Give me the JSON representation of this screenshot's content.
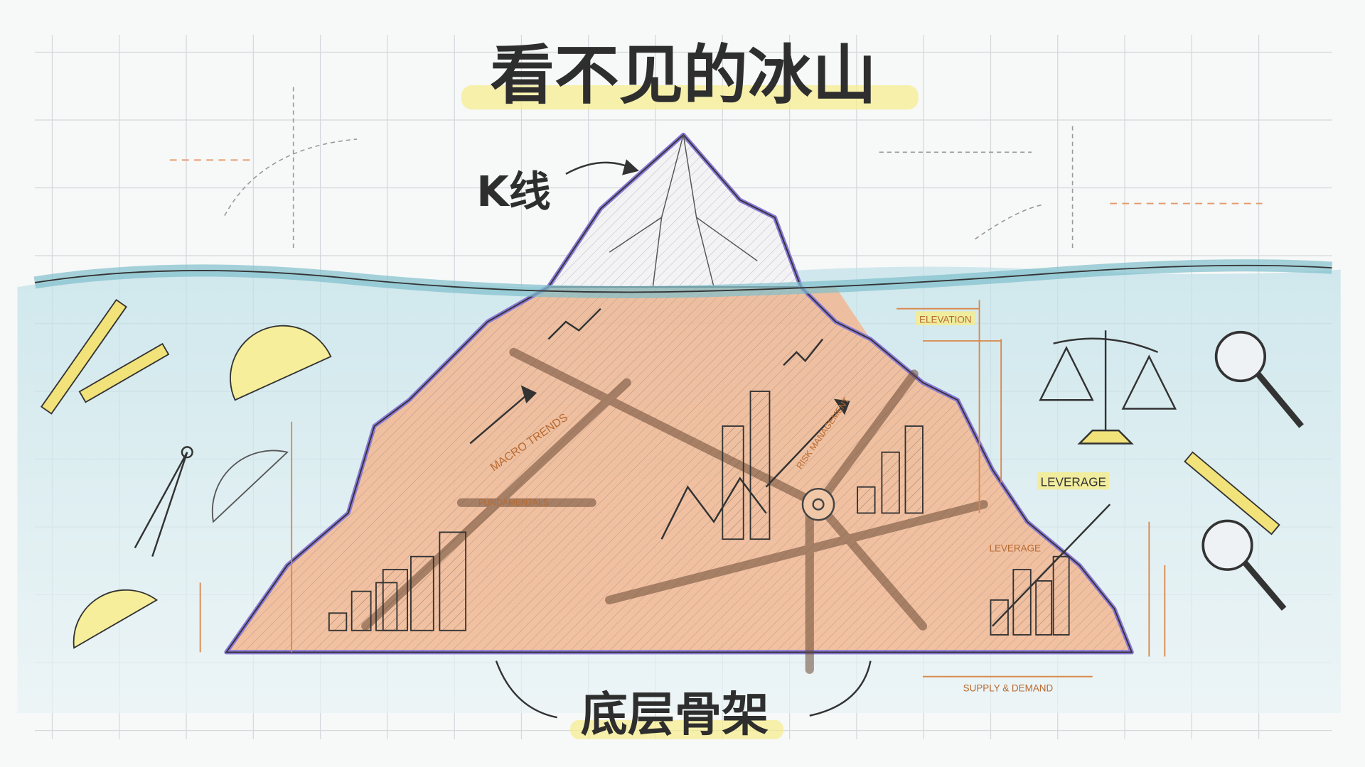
{
  "title": "看不见的冰山",
  "tip_label": "K线",
  "base_label": "底层骨架",
  "labels": {
    "elevation": "ELEVATION",
    "leverage_outer": "LEVERAGE",
    "leverage_inner": "LEVERAGE",
    "supply_demand": "SUPPLY & DEMAND",
    "macro_trends": "MACRO TRENDS",
    "fundamentals": "FUNDAMENTALS",
    "risk_management": "RISK MANAGEMENT"
  },
  "colors": {
    "highlight": "#f6ec8a",
    "water": "#a9d6df",
    "iceberg_fill": "#f4b48c",
    "outline": "#8a78d8",
    "annotation": "#d9874a"
  },
  "icons": [
    "ruler-icon",
    "protractor-icon",
    "compass-icon",
    "scale-icon",
    "magnifier-icon",
    "caliper-icon"
  ]
}
